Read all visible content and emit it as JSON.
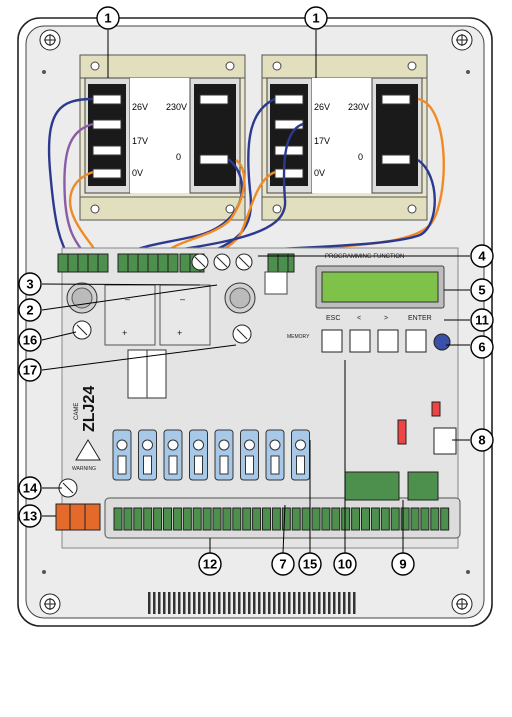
{
  "transformers": [
    {
      "callout": "1",
      "taps_left": [
        "26V",
        "17V",
        "0V"
      ],
      "taps_right": [
        "230V",
        "0"
      ]
    },
    {
      "callout": "1",
      "taps_left": [
        "26V",
        "17V",
        "0V"
      ],
      "taps_right": [
        "230V",
        "0"
      ]
    }
  ],
  "display": {
    "header": "PROGRAMMING FUNCTION",
    "buttons": [
      "ESC",
      "<",
      ">",
      "ENTER"
    ]
  },
  "board": {
    "model": "ZLJ24",
    "brand": "CAME",
    "memory_label": "MEMORY",
    "warning_label": "WARNING"
  },
  "callouts": {
    "c2": "2",
    "c3": "3",
    "c4": "4",
    "c5": "5",
    "c6": "6",
    "c7": "7",
    "c8": "8",
    "c9": "9",
    "c10": "10",
    "c11": "11",
    "c12": "12",
    "c13": "13",
    "c14": "14",
    "c15": "15",
    "c16": "16",
    "c17": "17"
  },
  "colors": {
    "wire_blue": "#2b3a8f",
    "wire_orange": "#f08a24",
    "wire_purple": "#8a5ca6",
    "pcb": "#e6e6e6",
    "lcd": "#7fc24a",
    "fuse_blue": "#a8c8e8",
    "terminal_green": "#4d8f4d",
    "terminal_orange": "#e46a2c"
  }
}
